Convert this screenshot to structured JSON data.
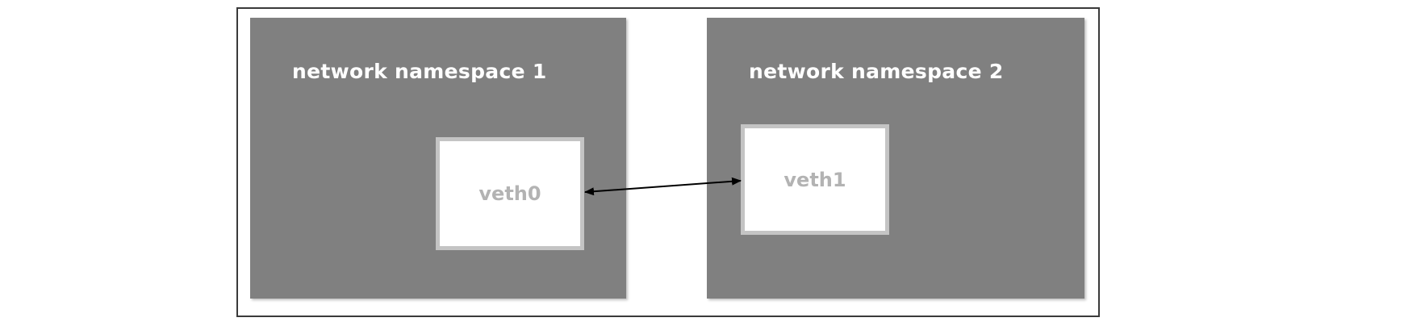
{
  "namespaces": [
    {
      "title": "network namespace 1",
      "interface": "veth0"
    },
    {
      "title": "network namespace 2",
      "interface": "veth1"
    }
  ],
  "colors": {
    "namespace_fill": "#808080",
    "interface_fill": "#ffffff",
    "interface_border": "#c4c4c4",
    "interface_text": "#b3b3b3",
    "title_text": "#ffffff",
    "frame_border": "#3a3a3a",
    "arrow": "#000000"
  },
  "connection": {
    "from": "veth0",
    "to": "veth1",
    "direction": "bidirectional"
  }
}
